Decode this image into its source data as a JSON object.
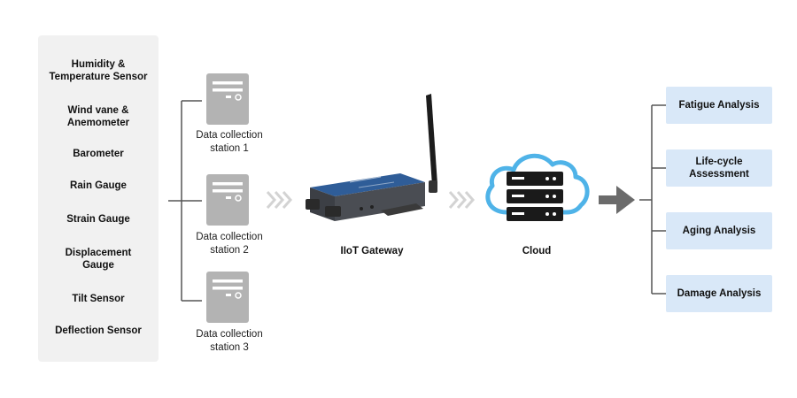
{
  "sensors": [
    "Humidity & Temperature Sensor",
    "Wind vane & Anemometer",
    "Barometer",
    "Rain Gauge",
    "Strain Gauge",
    "Displacement Gauge",
    "Tilt Sensor",
    "Deflection Sensor"
  ],
  "sensor_lines": [
    [
      "Humidity &",
      "Temperature Sensor"
    ],
    [
      "Wind vane &",
      "Anemometer"
    ],
    [
      "Barometer"
    ],
    [
      "Rain Gauge"
    ],
    [
      "Strain Gauge"
    ],
    [
      "Displacement",
      "Gauge"
    ],
    [
      "Tilt Sensor"
    ],
    [
      "Deflection Sensor"
    ]
  ],
  "stations": [
    {
      "line1": "Data collection",
      "line2": "station 1"
    },
    {
      "line1": "Data collection",
      "line2": "station 2"
    },
    {
      "line1": "Data collection",
      "line2": "station 3"
    }
  ],
  "gateway": {
    "label": "IIoT Gateway"
  },
  "cloud": {
    "label": "Cloud"
  },
  "analyses": [
    {
      "line1": "Fatigue Analysis",
      "line2": ""
    },
    {
      "line1": "Life-cycle",
      "line2": "Assessment"
    },
    {
      "line1": "Aging Analysis",
      "line2": ""
    },
    {
      "line1": "Damage Analysis",
      "line2": ""
    }
  ],
  "colors": {
    "panel": "#f1f1f1",
    "server_gray": "#b3b3b3",
    "chevron": "#d3d3d3",
    "cloud_blue": "#4fb3e8",
    "analysis_box": "#d9e8f8",
    "arrow": "#6b6b6b",
    "connector": "#555555"
  },
  "icons": [
    "server-icon",
    "gateway-device-icon",
    "antenna-icon",
    "cloud-server-icon",
    "chevron-icon",
    "arrow-right-icon"
  ]
}
